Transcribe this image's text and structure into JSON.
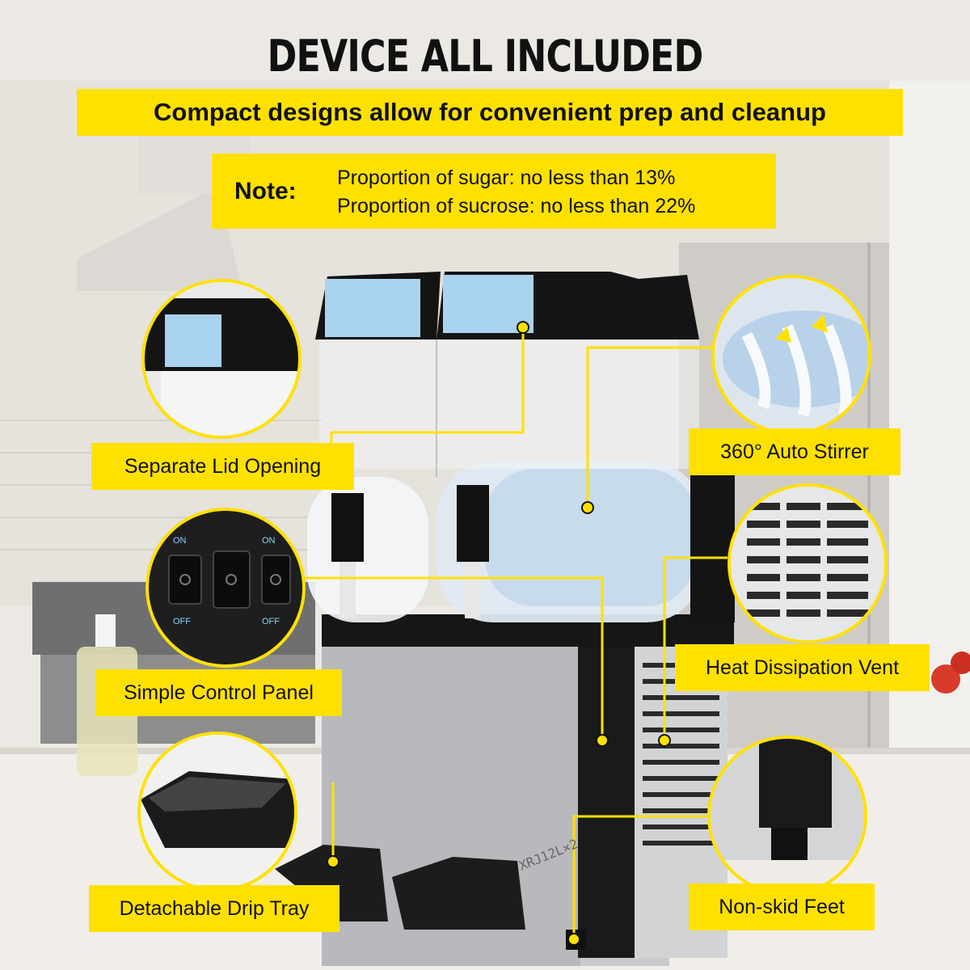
{
  "title": "DEVICE ALL INCLUDED",
  "banner": "Compact designs allow for convenient prep and cleanup",
  "note": {
    "label": "Note:",
    "line1": "Proportion of sugar: no less than 13%",
    "line2": "Proportion of sucrose: no less than 22%"
  },
  "features": {
    "separate_lid": "Separate Lid Opening",
    "control_panel": "Simple Control Panel",
    "drip_tray": "Detachable Drip Tray",
    "auto_stirrer": "360° Auto Stirrer",
    "heat_vent": "Heat Dissipation Vent",
    "feet": "Non-skid Feet"
  },
  "control_panel": {
    "on_left": "ON",
    "off_left": "OFF",
    "on_right": "ON",
    "off_right": "OFF"
  },
  "machine_model": "XRJ12L×2",
  "colors": {
    "accent": "#ffe100",
    "text": "#111111"
  }
}
